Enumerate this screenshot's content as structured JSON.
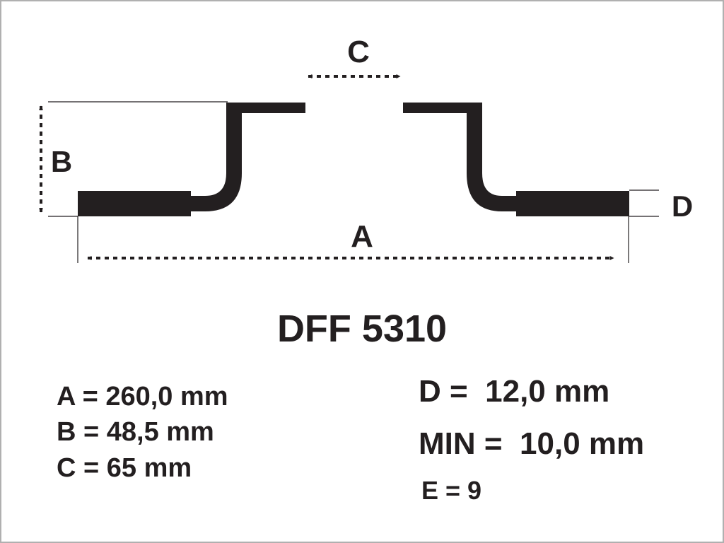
{
  "diagram": {
    "dimension_labels": {
      "a": "A",
      "b": "B",
      "c": "C",
      "d": "D"
    },
    "part_number": "DFF 5310",
    "specs_left": [
      "A = 260,0 mm",
      "B = 48,5 mm",
      "C = 65 mm"
    ],
    "specs_right": {
      "d": "D =  12,0 mm",
      "min": "MIN =  10,0 mm",
      "e": "E = 9"
    },
    "colors": {
      "ink": "#231f20",
      "frame": "#b0b0b0",
      "background": "#ffffff"
    }
  }
}
